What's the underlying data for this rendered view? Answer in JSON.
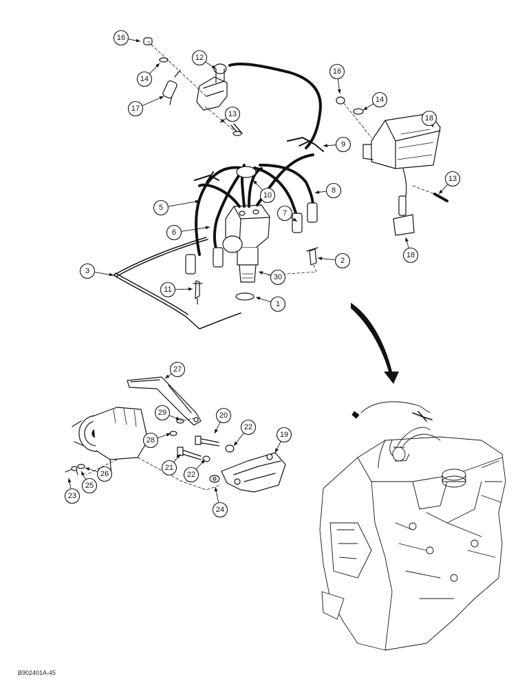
{
  "figure": {
    "code": "B902401A-45"
  },
  "callouts": [
    {
      "label": "16",
      "part": "nut"
    },
    {
      "label": "14",
      "part": "washer"
    },
    {
      "label": "12",
      "part": "glow-plug-timer"
    },
    {
      "label": "17",
      "part": "sensor"
    },
    {
      "label": "13",
      "part": "bolt"
    },
    {
      "label": "16",
      "part": "nut"
    },
    {
      "label": "14",
      "part": "washer"
    },
    {
      "label": "18",
      "part": "voltage-regulator"
    },
    {
      "label": "9",
      "part": "wire-clamp"
    },
    {
      "label": "10",
      "part": "wire-clamp"
    },
    {
      "label": "8",
      "part": "spark-plug-wire"
    },
    {
      "label": "5",
      "part": "spark-plug-wire"
    },
    {
      "label": "13",
      "part": "bolt"
    },
    {
      "label": "6",
      "part": "spark-plug-wire"
    },
    {
      "label": "7",
      "part": "spark-plug-wire"
    },
    {
      "label": "18",
      "part": "regulator-connector"
    },
    {
      "label": "3",
      "part": "coil-wire"
    },
    {
      "label": "2",
      "part": "bolt"
    },
    {
      "label": "30",
      "part": "distributor"
    },
    {
      "label": "11",
      "part": "sender"
    },
    {
      "label": "1",
      "part": "o-ring"
    },
    {
      "label": "27",
      "part": "alternator-bracket"
    },
    {
      "label": "29",
      "part": "bolt"
    },
    {
      "label": "20",
      "part": "bolt"
    },
    {
      "label": "22",
      "part": "nut"
    },
    {
      "label": "19",
      "part": "mounting-bracket"
    },
    {
      "label": "28",
      "part": "washer"
    },
    {
      "label": "21",
      "part": "bolt"
    },
    {
      "label": "26",
      "part": "nut"
    },
    {
      "label": "22",
      "part": "nut"
    },
    {
      "label": "23",
      "part": "bolt"
    },
    {
      "label": "25",
      "part": "washer"
    },
    {
      "label": "24",
      "part": "washer"
    }
  ]
}
